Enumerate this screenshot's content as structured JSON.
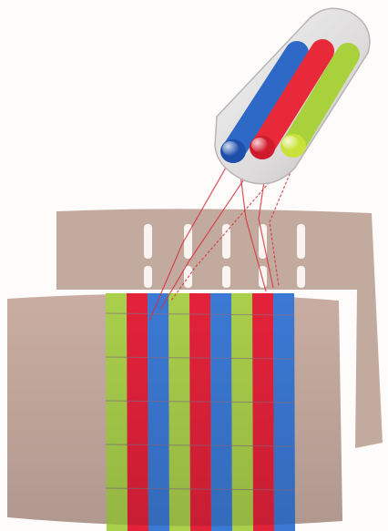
{
  "scene": {
    "background": "#fdfcfb",
    "mask_color": "#c3aa9f",
    "mask_slot_color": "#f7f4f1",
    "screen_color": "#c9ada2",
    "beam_color": "#d8333b",
    "grid_line_color": "#8a6f85"
  },
  "electron_gun": {
    "count": 3,
    "guns": [
      {
        "name": "blue-gun",
        "color": "#2f69c8",
        "tip": "#1f4faa"
      },
      {
        "name": "red-gun",
        "color": "#e8293a",
        "tip": "#d01b2d"
      },
      {
        "name": "green-gun",
        "color": "#a8d13b",
        "tip": "#c9e23a"
      }
    ]
  },
  "phosphor_stripes": {
    "pattern": [
      "green",
      "red",
      "blue",
      "green",
      "red",
      "blue",
      "green",
      "red",
      "blue"
    ],
    "colors": {
      "green": "#a9cf4b",
      "red": "#e3223a",
      "blue": "#3b79d4"
    }
  }
}
